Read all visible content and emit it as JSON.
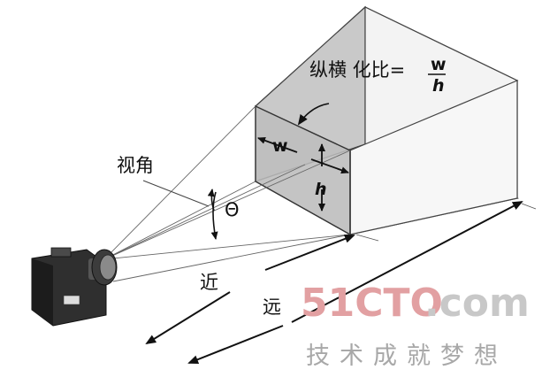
{
  "labels": {
    "aspect_ratio": "纵横 化比=",
    "ratio_numerator": "w",
    "ratio_denominator": "h",
    "view_angle": "视角",
    "theta": "Θ",
    "width": "w",
    "height": "h",
    "near": "近",
    "far": "远"
  },
  "watermark": {
    "brand_red": "51CTO",
    "brand_gray": ".com",
    "tagline": "技术成就梦想"
  },
  "colors": {
    "face_top": "#d9d9d9",
    "face_left": "#cfcfcf",
    "face_back": "#f2f2f2",
    "face_bottom": "#e4e4e4",
    "near_plane": "#bdbdbd",
    "watermark_red": "#e2a0a2"
  }
}
